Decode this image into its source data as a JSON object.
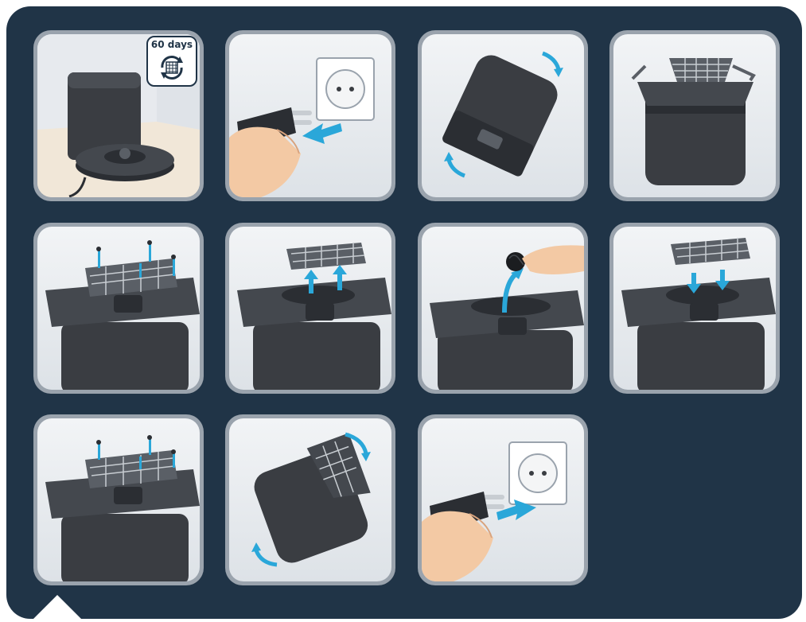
{
  "colors": {
    "background": "#203447",
    "card_border": "#9aa3ad",
    "arrow": "#2aa7d9",
    "device_dark": "#3a3d42",
    "filter_grey": "#5a5f66",
    "skin": "#f3c9a4"
  },
  "steps": [
    {
      "id": 1,
      "illustration": "station-with-robot",
      "badge": {
        "label": "60 days",
        "icon": "filter-cycle-icon"
      }
    },
    {
      "id": 2,
      "illustration": "unplug-from-wall-outlet"
    },
    {
      "id": 3,
      "illustration": "tip-station-over"
    },
    {
      "id": 4,
      "illustration": "station-top-with-filter"
    },
    {
      "id": 5,
      "illustration": "remove-screws"
    },
    {
      "id": 6,
      "illustration": "lift-filter-out"
    },
    {
      "id": 7,
      "illustration": "remove-debris-by-hand"
    },
    {
      "id": 8,
      "illustration": "reinsert-filter"
    },
    {
      "id": 9,
      "illustration": "reinstall-screws"
    },
    {
      "id": 10,
      "illustration": "tip-station-back"
    },
    {
      "id": 11,
      "illustration": "plug-into-wall-outlet"
    }
  ]
}
